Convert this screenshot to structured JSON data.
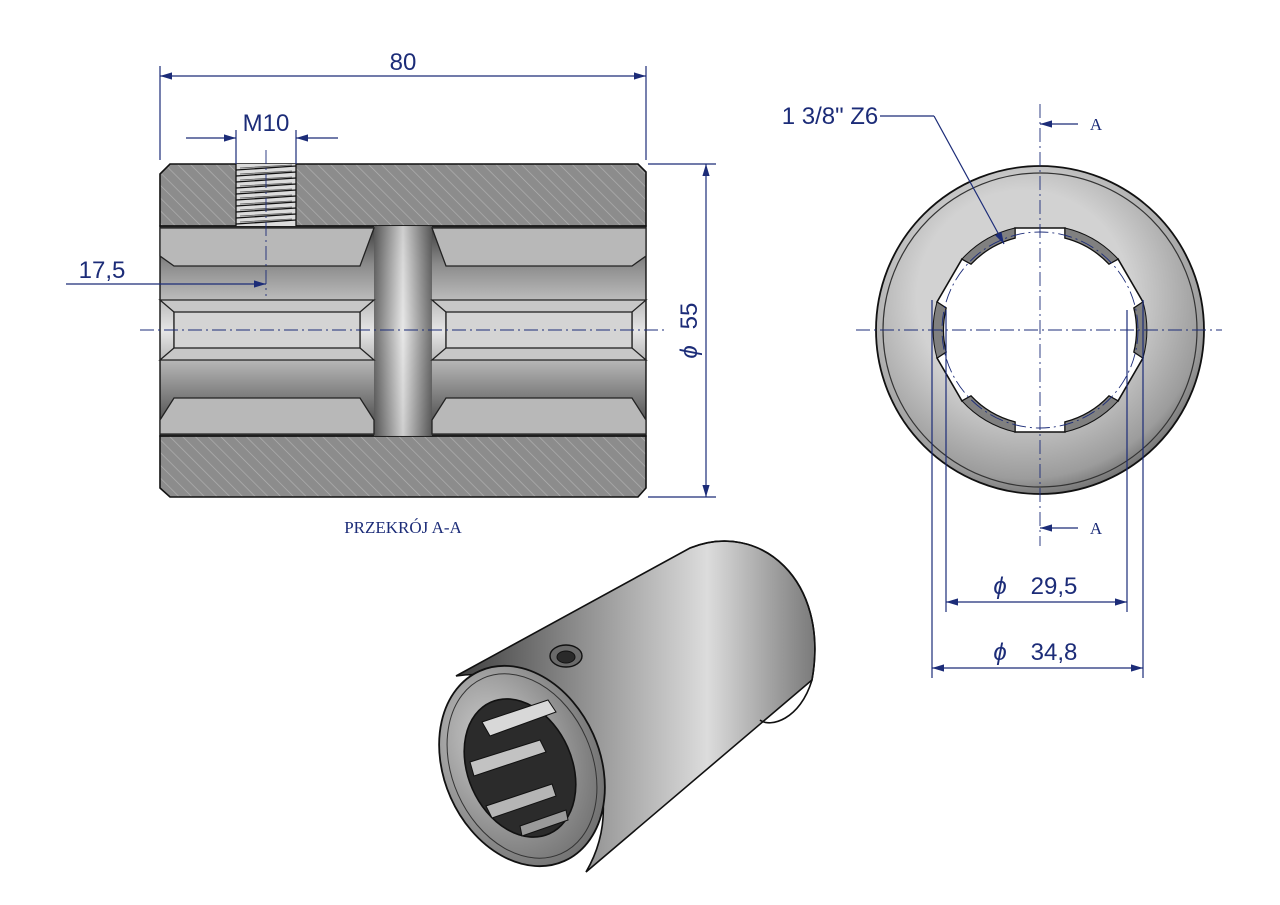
{
  "section_view": {
    "length_label": "80",
    "thread_label": "M10",
    "thread_offset_label": "17,5",
    "outer_diameter_symbol": "ϕ",
    "outer_diameter_label": "55",
    "caption": "PRZEKRÓJ A-A"
  },
  "end_view": {
    "spline_label": "1 3/8\" Z6",
    "section_marker_top": "A",
    "section_marker_bottom": "A",
    "inner_diameter_symbol": "ϕ",
    "inner_diameter_label": "29,5",
    "spline_diameter_symbol": "ϕ",
    "spline_diameter_label": "34,8"
  },
  "colors": {
    "dimension": "#1c2c78",
    "hatch_fill": "#8a8a8a",
    "metal": "#9a9a9a"
  }
}
